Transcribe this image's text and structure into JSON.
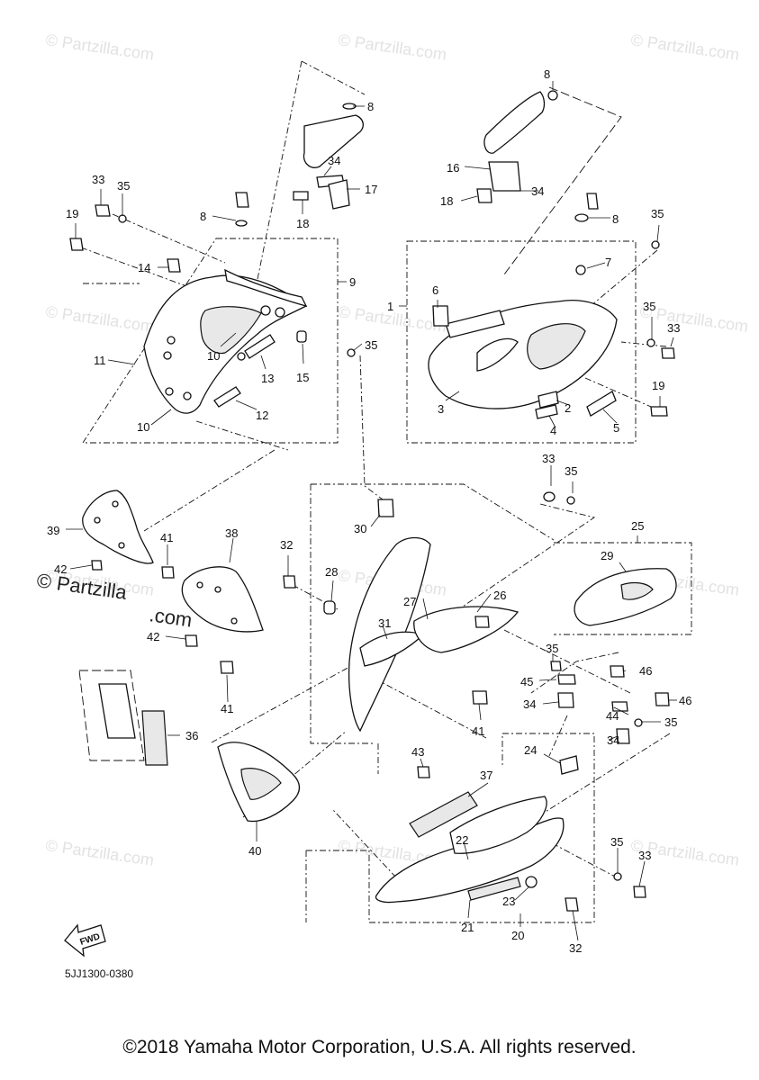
{
  "watermarks": [
    "© Partzilla.com",
    "© Partzilla.com",
    "© Partzilla.com",
    "© Partzilla.com",
    "© Partzilla.com",
    "© Partzilla.com",
    "© Partzilla.com",
    "© Partzilla.com",
    "© Partzilla.com",
    "© Partzilla.com",
    "© Partzilla.com",
    "© Partzilla.com"
  ],
  "watermark_overlay": {
    "line1": "© Partzilla",
    "line2": ".com"
  },
  "callouts": [
    "8",
    "8",
    "34",
    "17",
    "18",
    "33",
    "35",
    "19",
    "8",
    "14",
    "9",
    "11",
    "10",
    "10",
    "13",
    "12",
    "15",
    "35",
    "16",
    "18",
    "34",
    "8",
    "35",
    "7",
    "1",
    "6",
    "35",
    "33",
    "19",
    "3",
    "2",
    "4",
    "5",
    "33",
    "35",
    "30",
    "25",
    "29",
    "32",
    "28",
    "26",
    "27",
    "31",
    "39",
    "41",
    "42",
    "38",
    "42",
    "41",
    "35",
    "45",
    "46",
    "34",
    "44",
    "46",
    "35",
    "34",
    "36",
    "41",
    "43",
    "37",
    "24",
    "22",
    "40",
    "35",
    "33",
    "23",
    "21",
    "20",
    "32"
  ],
  "drawing_code": "5JJ1300-0380",
  "fwd_label": "FWD",
  "copyright": "©2018 Yamaha Motor Corporation, U.S.A. All rights reserved."
}
